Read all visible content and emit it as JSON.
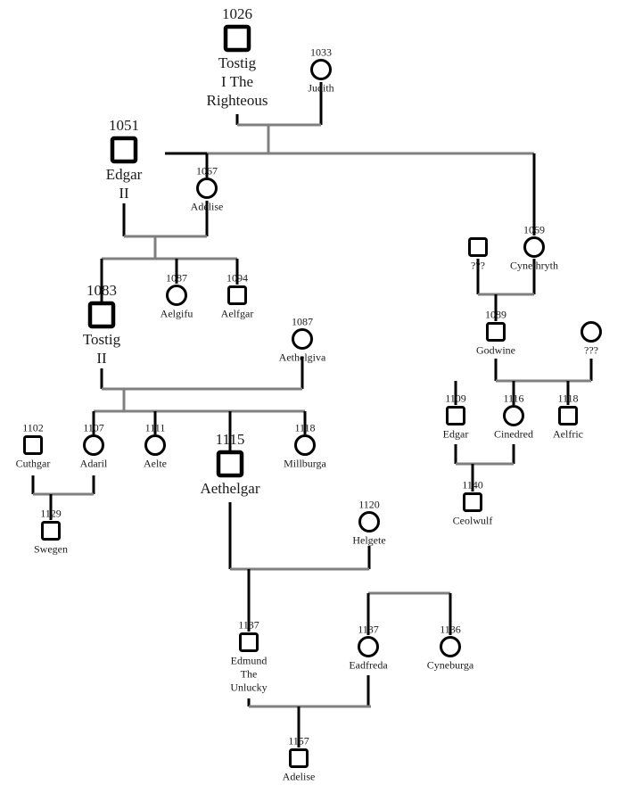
{
  "title": "Family Tree",
  "people": [
    {
      "id": "tostig1",
      "year": "1026",
      "name": [
        "Tostig",
        "I The",
        "Righteous"
      ],
      "sex": "male",
      "major": true
    },
    {
      "id": "judith",
      "year": "1033",
      "name": [
        "Judith"
      ],
      "sex": "female",
      "major": false
    },
    {
      "id": "edgar2",
      "year": "1051",
      "name": [
        "Edgar",
        "II"
      ],
      "sex": "male",
      "major": true
    },
    {
      "id": "adelise1",
      "year": "1067",
      "name": [
        "Adelise"
      ],
      "sex": "female",
      "major": false
    },
    {
      "id": "unknown_m",
      "year": "",
      "name": [
        "???"
      ],
      "sex": "male",
      "major": false
    },
    {
      "id": "cynethryth",
      "year": "1069",
      "name": [
        "Cynethryth"
      ],
      "sex": "female",
      "major": false
    },
    {
      "id": "tostig2",
      "year": "1083",
      "name": [
        "Tostig",
        "II"
      ],
      "sex": "male",
      "major": true
    },
    {
      "id": "aelgifu",
      "year": "1087",
      "name": [
        "Aelgifu"
      ],
      "sex": "female",
      "major": false
    },
    {
      "id": "aelfgar",
      "year": "1094",
      "name": [
        "Aelfgar"
      ],
      "sex": "male",
      "major": false
    },
    {
      "id": "aethelgiva",
      "year": "1087",
      "name": [
        "Aethelgiva"
      ],
      "sex": "female",
      "major": false
    },
    {
      "id": "godwine",
      "year": "1089",
      "name": [
        "Godwine"
      ],
      "sex": "male",
      "major": false
    },
    {
      "id": "unknown_f",
      "year": "",
      "name": [
        "???"
      ],
      "sex": "female",
      "major": false
    },
    {
      "id": "cuthgar",
      "year": "1102",
      "name": [
        "Cuthgar"
      ],
      "sex": "male",
      "major": false
    },
    {
      "id": "adaril",
      "year": "1107",
      "name": [
        "Adaril"
      ],
      "sex": "female",
      "major": false
    },
    {
      "id": "aelte",
      "year": "1111",
      "name": [
        "Aelte"
      ],
      "sex": "female",
      "major": false
    },
    {
      "id": "aethelgar",
      "year": "1115",
      "name": [
        "Aethelgar"
      ],
      "sex": "male",
      "major": true
    },
    {
      "id": "millburga",
      "year": "1118",
      "name": [
        "Millburga"
      ],
      "sex": "female",
      "major": false
    },
    {
      "id": "edgar_b",
      "year": "1109",
      "name": [
        "Edgar"
      ],
      "sex": "male",
      "major": false
    },
    {
      "id": "cinedred",
      "year": "1116",
      "name": [
        "Cinedred"
      ],
      "sex": "female",
      "major": false
    },
    {
      "id": "aelfric",
      "year": "1118",
      "name": [
        "Aelfric"
      ],
      "sex": "male",
      "major": false
    },
    {
      "id": "swegen",
      "year": "1129",
      "name": [
        "Swegen"
      ],
      "sex": "male",
      "major": false
    },
    {
      "id": "ceolwulf",
      "year": "1140",
      "name": [
        "Ceolwulf"
      ],
      "sex": "male",
      "major": false
    },
    {
      "id": "helgete",
      "year": "1120",
      "name": [
        "Helgete"
      ],
      "sex": "female",
      "major": false
    },
    {
      "id": "edmund",
      "year": "1137",
      "name": [
        "Edmund",
        "The",
        "Unlucky"
      ],
      "sex": "male",
      "major": false
    },
    {
      "id": "eadfreda",
      "year": "1137",
      "name": [
        "Eadfreda"
      ],
      "sex": "female",
      "major": false
    },
    {
      "id": "cyneburga",
      "year": "1136",
      "name": [
        "Cyneburga"
      ],
      "sex": "female",
      "major": false
    },
    {
      "id": "adelise2",
      "year": "1157",
      "name": [
        "Adelise"
      ],
      "sex": "male",
      "major": false
    }
  ],
  "unions": [
    {
      "partners": [
        "tostig1",
        "judith"
      ],
      "children": [
        "adelise1",
        "cynethryth"
      ]
    },
    {
      "partners": [
        "edgar2",
        "adelise1"
      ],
      "children": [
        "tostig2",
        "aelgifu",
        "aelfgar"
      ]
    },
    {
      "partners": [
        "unknown_m",
        "cynethryth"
      ],
      "children": [
        "godwine"
      ]
    },
    {
      "partners": [
        "tostig2",
        "aethelgiva"
      ],
      "children": [
        "adaril",
        "aelte",
        "aethelgar",
        "millburga"
      ]
    },
    {
      "partners": [
        "godwine",
        "unknown_f"
      ],
      "children": [
        "edgar_b",
        "cinedred",
        "aelfric"
      ]
    },
    {
      "partners": [
        "cuthgar",
        "adaril"
      ],
      "children": [
        "swegen"
      ]
    },
    {
      "partners": [
        "edgar_b",
        "cinedred"
      ],
      "children": [
        "ceolwulf"
      ]
    },
    {
      "partners": [
        "aethelgar",
        "helgete"
      ],
      "children": [
        "edmund"
      ]
    },
    {
      "partners": [],
      "children": [
        "eadfreda",
        "cyneburga"
      ]
    },
    {
      "partners": [
        "edmund",
        "eadfreda"
      ],
      "children": [
        "adelise2"
      ]
    }
  ],
  "colors": {
    "shape_stroke": "#000000",
    "descent_line": "#000000",
    "union_line": "#808080"
  }
}
